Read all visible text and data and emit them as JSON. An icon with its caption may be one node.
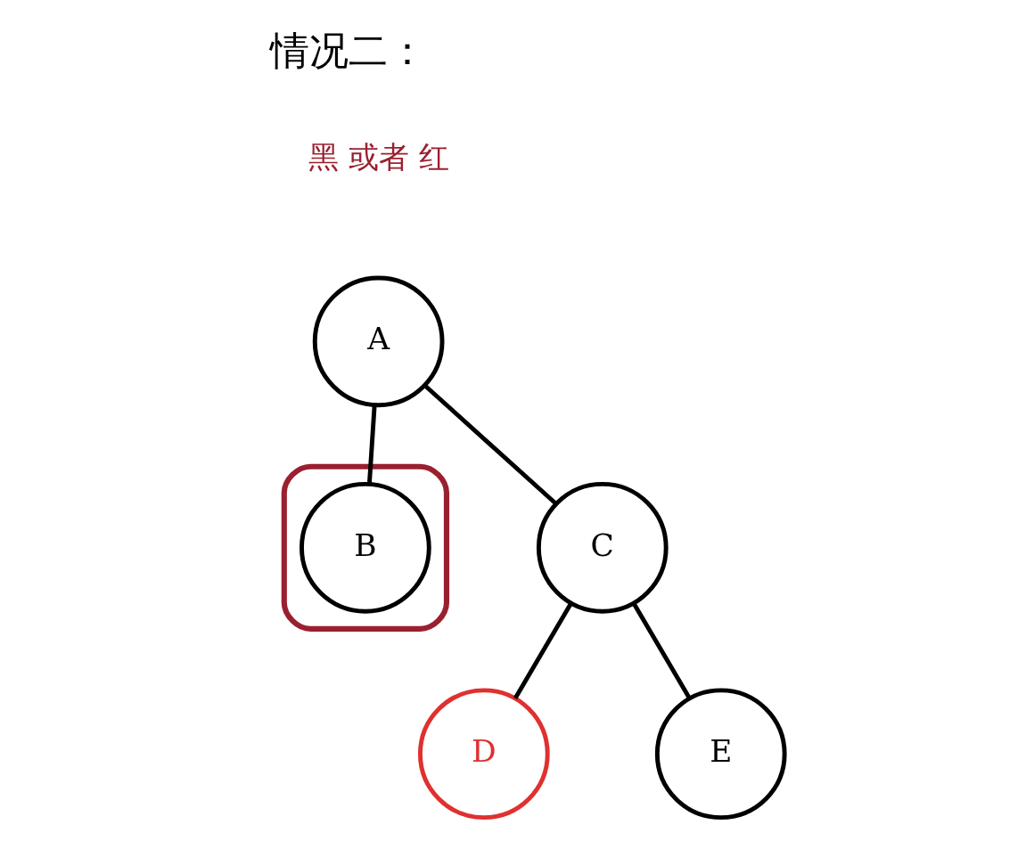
{
  "diagram": {
    "title": "情况二：",
    "nodes": [
      {
        "text": [
          "A"
        ],
        "beside": [
          "黑 或者 红"
        ]
      },
      {
        "text": [],
        "shape": "box"
      },
      {
        "text": [
          "B"
        ],
        "in": 1
      },
      {
        "text": [
          "C"
        ]
      },
      {
        "text": [
          "D"
        ]
      },
      {
        "text": [
          "E"
        ]
      }
    ],
    "edges": [
      {
        "from": 0,
        "to": 2,
        "arrow": "none"
      },
      {
        "from": 0,
        "to": 3,
        "arrow": "none"
      },
      {
        "from": 3,
        "to": 4,
        "arrow": "none"
      },
      {
        "from": 3,
        "to": 5,
        "arrow": "none"
      }
    ]
  }
}
